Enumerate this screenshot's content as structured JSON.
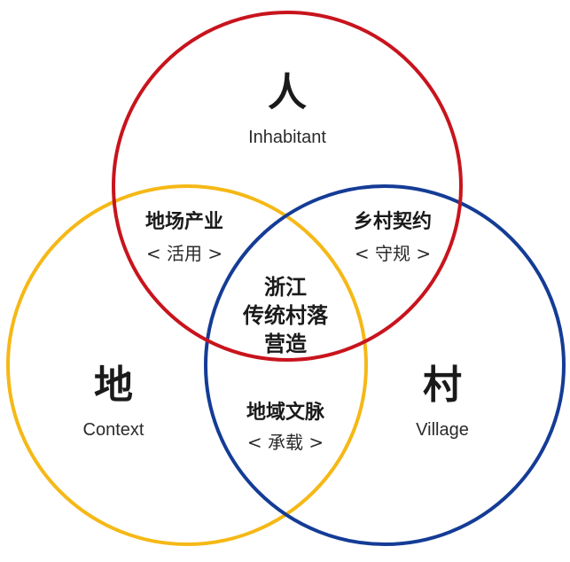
{
  "circles": {
    "inhabitant": {
      "char": "人",
      "english": "Inhabitant",
      "color": "#c8141d"
    },
    "context": {
      "char": "地",
      "english": "Context",
      "color": "#f5b816"
    },
    "village": {
      "char": "村",
      "english": "Village",
      "color": "#143c96"
    }
  },
  "overlaps": {
    "inhabitant_context": {
      "title": "地场产业",
      "sub": "< 活用 >"
    },
    "inhabitant_village": {
      "title": "乡村契约",
      "sub": "< 守规 >"
    },
    "context_village": {
      "title": "地域文脉",
      "sub": "< 承载 >"
    }
  },
  "center": {
    "line1": "浙江",
    "line2": "传统村落",
    "line3": "营造"
  }
}
